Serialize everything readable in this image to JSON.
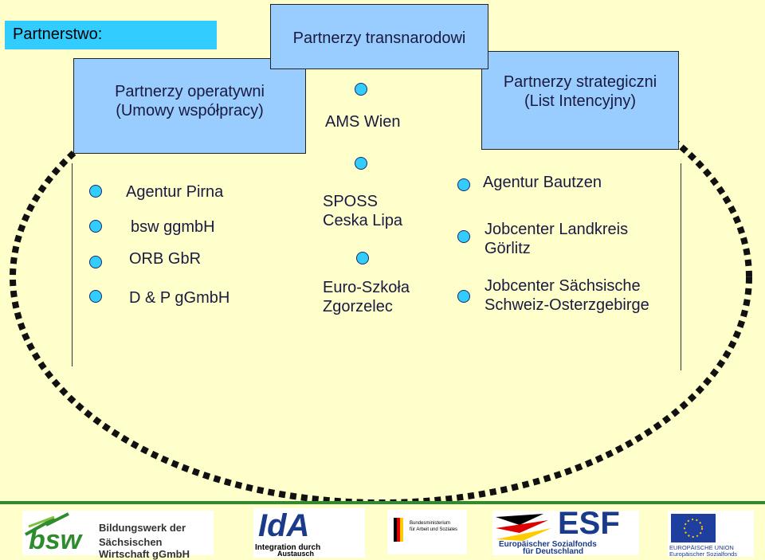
{
  "title": "Partnerstwo:",
  "headers": {
    "left": "Partnerzy operatywni\n(Umowy współpracy)",
    "center": "Partnerzy transnarodowi",
    "right": "Partnerzy strategiczni\n(List Intencyjny)"
  },
  "left_partners": [
    "Agentur Pirna",
    "bsw ggmbH",
    "ORB GbR",
    "D & P gGmbH"
  ],
  "center_partners": [
    "AMS Wien",
    "SPOSS\nCeska Lipa",
    "Euro-Szkoła\nZgorzelec"
  ],
  "right_partners": [
    "Agentur Bautzen",
    "Jobcenter Landkreis\nGörlitz",
    "Jobcenter Sächsische\nSchweiz-Osterzgebirge"
  ],
  "logos": {
    "bsw": {
      "mark": "bsw",
      "text1": "Bildungswerk der",
      "text2": "Sächsischen Wirtschaft gGmbH"
    },
    "ida": {
      "mark": "IdA",
      "text1": "Integration durch",
      "text2": "Austausch"
    },
    "bmas": {
      "text1": "Bundesministerium",
      "text2": "für Arbeit und Soziales"
    },
    "esf": {
      "mark": "ESF",
      "text1": "Europäischer Sozialfonds",
      "text2": "für Deutschland"
    },
    "eu": {
      "text1": "EUROPÄISCHE UNION",
      "text2": "Europäischer Sozialfonds"
    }
  },
  "colors": {
    "background": "#ffffcc",
    "title_fill": "#33ccff",
    "header_fill": "#99ccff",
    "dot_fill": "#33ccff",
    "ellipse": "#111111",
    "rule": "#2e8b2e"
  }
}
